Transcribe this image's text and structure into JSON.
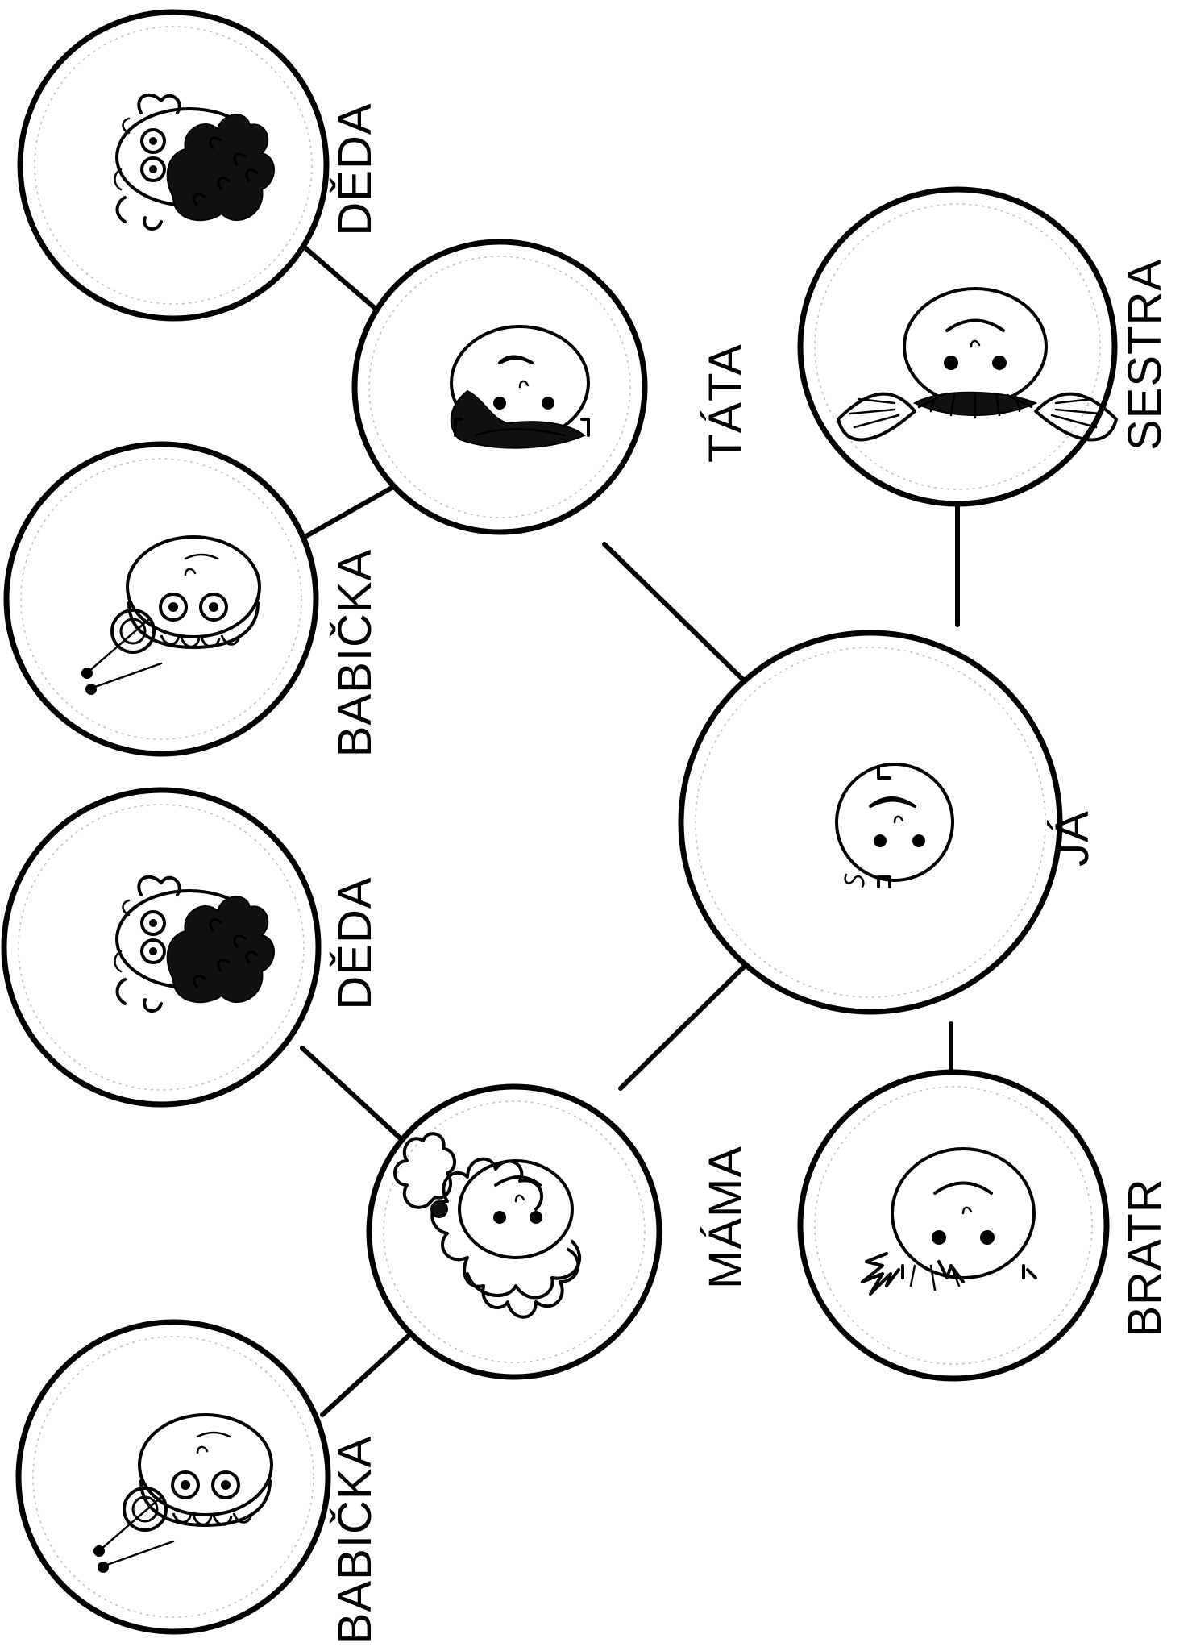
{
  "diagram": {
    "type": "family-tree",
    "colors": {
      "line": "#000000",
      "background": "#ffffff"
    },
    "members": [
      {
        "id": "deda-father",
        "label": "DĚDA",
        "portrait": "grandfather-curly-hair-glasses"
      },
      {
        "id": "babicka-father",
        "label": "BABIČKA",
        "portrait": "grandmother-bun-glasses"
      },
      {
        "id": "tata",
        "label": "TÁTA",
        "portrait": "father"
      },
      {
        "id": "sestra",
        "label": "SESTRA",
        "portrait": "sister-pigtails"
      },
      {
        "id": "ja",
        "label": "JÁ",
        "portrait": "child-me"
      },
      {
        "id": "deda-mother",
        "label": "DĚDA",
        "portrait": "grandfather-curly-hair-glasses"
      },
      {
        "id": "mama",
        "label": "MÁMA",
        "portrait": "mother-curly-hair-ponytail"
      },
      {
        "id": "bratr",
        "label": "BRATR",
        "portrait": "brother-spiky-hair"
      },
      {
        "id": "babicka-mother",
        "label": "BABIČKA",
        "portrait": "grandmother-bun-glasses"
      }
    ],
    "connections": [
      [
        "deda-father",
        "tata"
      ],
      [
        "babicka-father",
        "tata"
      ],
      [
        "tata",
        "ja"
      ],
      [
        "sestra",
        "ja"
      ],
      [
        "deda-mother",
        "mama"
      ],
      [
        "babicka-mother",
        "mama"
      ],
      [
        "mama",
        "ja"
      ],
      [
        "bratr",
        "ja"
      ]
    ]
  }
}
